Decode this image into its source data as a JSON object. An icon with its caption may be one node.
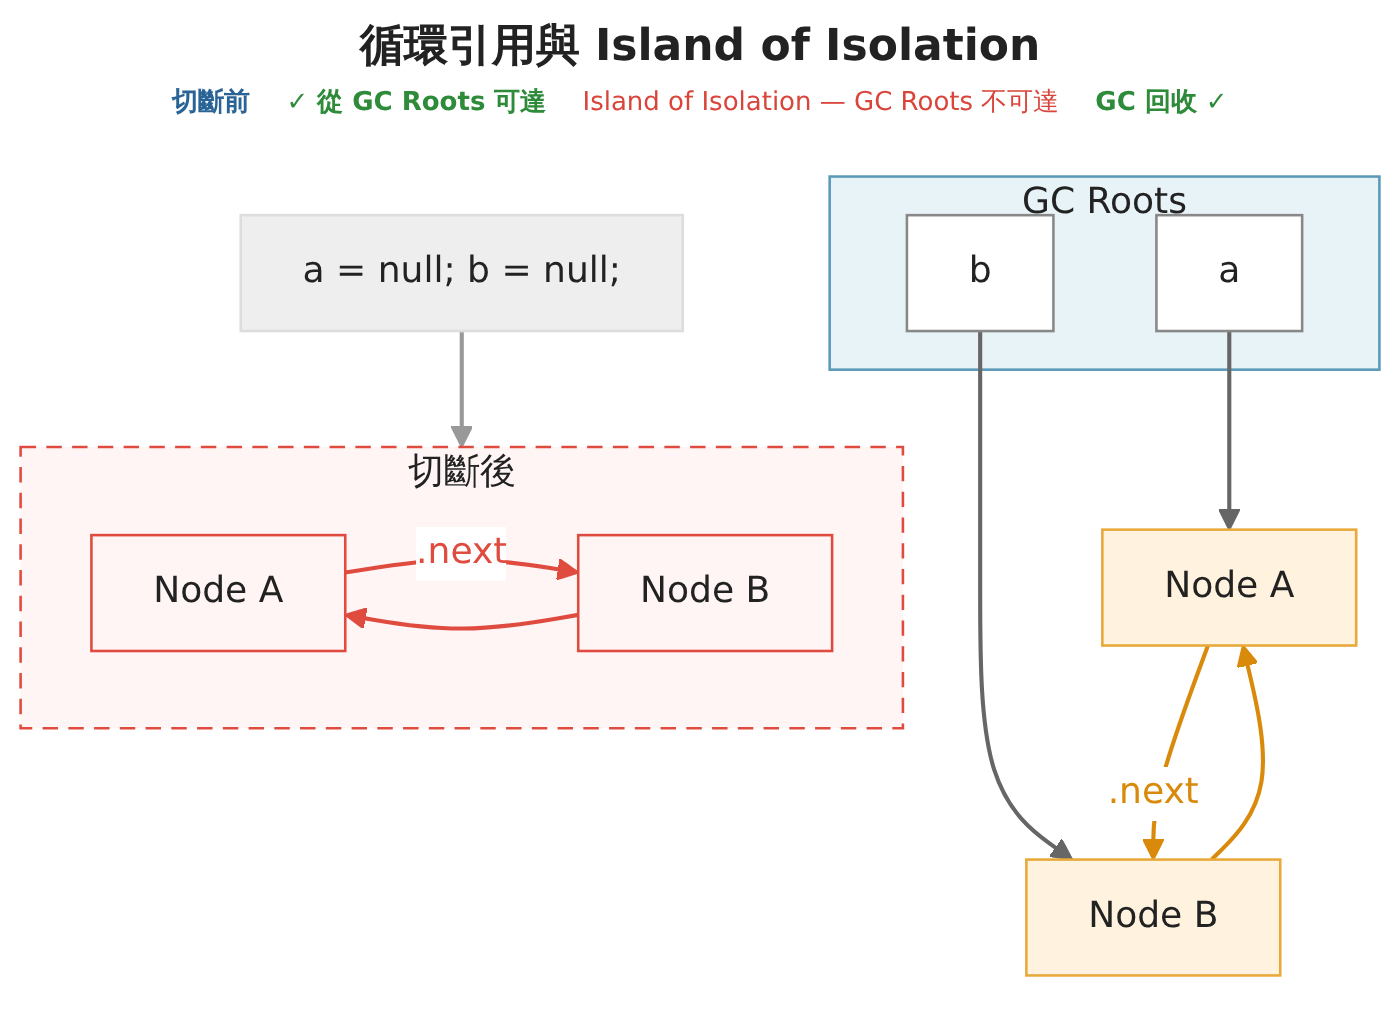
{
  "diagram": {
    "title": "循環引用與 Island of Isolation",
    "nodes": [
      {
        "text": [
          "GC Roots"
        ]
      },
      {
        "text": [
          "a"
        ],
        "in": 0
      },
      {
        "text": [
          "b"
        ],
        "in": 0
      },
      {
        "text": [
          "Node A"
        ]
      },
      {
        "text": [
          "Node B"
        ]
      },
      {
        "text": [
          "a = null; b = null;"
        ]
      },
      {
        "text": [
          "切斷後"
        ]
      },
      {
        "text": [
          "Node A"
        ],
        "in": 6
      },
      {
        "text": [
          "Node B"
        ],
        "in": 6
      }
    ],
    "edges": [
      {
        "from": 1,
        "to": 3,
        "arrow": "to",
        "color": "#666666"
      },
      {
        "from": 2,
        "to": 4,
        "arrow": "to",
        "color": "#666666"
      },
      {
        "from": 3,
        "to": 4,
        "arrow": "to",
        "label": ".next",
        "color": "#d98a0b"
      },
      {
        "from": 4,
        "to": 3,
        "arrow": "to",
        "color": "#d98a0b"
      },
      {
        "from": 5,
        "to": 6,
        "arrow": "to",
        "color": "#999999"
      },
      {
        "from": 7,
        "to": 8,
        "arrow": "to",
        "label": ".next",
        "color": "#e04b3f"
      },
      {
        "from": 8,
        "to": 7,
        "arrow": "to",
        "color": "#e04b3f"
      }
    ],
    "labels": [
      "切斷前",
      "✓ 從 GC Roots 可達",
      "Island of Isolation — GC Roots 不可達",
      "GC 回收 ✓"
    ]
  }
}
